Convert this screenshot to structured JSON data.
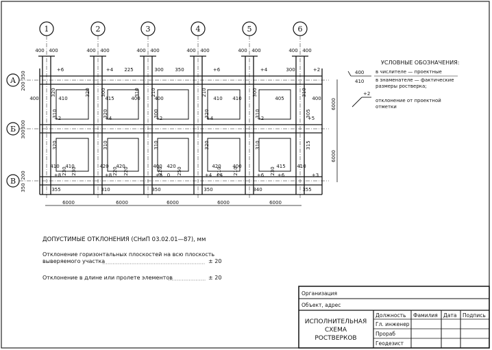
{
  "axes": {
    "columns": [
      "1",
      "2",
      "3",
      "4",
      "5",
      "6"
    ],
    "rows": [
      "А",
      "Б",
      "В"
    ]
  },
  "dimensions": {
    "spans_bottom": [
      "6000",
      "6000",
      "6000",
      "6000",
      "6000"
    ],
    "spans_right": [
      "6000",
      "6000"
    ],
    "top_offsets": [
      "400",
      "400",
      "400",
      "400",
      "400",
      "400",
      "400",
      "400",
      "400",
      "400",
      "400",
      "400"
    ],
    "left_row_a": [
      "350",
      "200"
    ],
    "left_row_b": [
      "300",
      "300"
    ],
    "left_row_c": [
      "200",
      "350"
    ]
  },
  "plan_labels": {
    "row_a_top": [
      "+6",
      "+4",
      "225",
      "300",
      "350",
      "+6",
      "+4",
      "300",
      "+2"
    ],
    "row_a_inner": [
      "400",
      "410",
      "415",
      "400",
      "400",
      "410",
      "410",
      "405",
      "400"
    ],
    "row_a_mid": [
      "320",
      "300",
      "210",
      "210",
      "300",
      "310",
      "320",
      "310"
    ],
    "row_b_top": [
      "+2",
      "+4",
      "+2",
      "+4",
      "+2",
      "+5"
    ],
    "row_b_mid": [
      "310",
      "320",
      "300",
      "320",
      "310",
      "305"
    ],
    "row_b_low": [
      "320",
      "310",
      "310",
      "320",
      "310",
      "315"
    ],
    "row_c_top": [
      "410",
      "410",
      "420",
      "420",
      "400",
      "420",
      "420",
      "400",
      "415",
      "410"
    ],
    "row_c_marks": [
      "+8",
      "+8",
      "+6",
      "0",
      "+4",
      "+4",
      "+6",
      "+6",
      "+3"
    ],
    "row_c_low": [
      "230",
      "230",
      "220",
      "220",
      "220",
      "250",
      "210",
      "210",
      "230"
    ],
    "row_c_bottom": [
      "355",
      "310",
      "350",
      "350",
      "340",
      "355"
    ]
  },
  "legend": {
    "title": "УСЛОВНЫЕ ОБОЗНАЧЕНИЯ:",
    "sample_top": "400",
    "sample_bottom": "410",
    "line1": "в числителе — проектные",
    "line2": "в знаменателе — фактические",
    "line3": "размеры ростверка;",
    "mark_value": "+2",
    "mark_line1": "отклонение от проектной",
    "mark_line2": "отметки"
  },
  "tolerances": {
    "heading": "ДОПУСТИМЫЕ ОТКЛОНЕНИЯ (СНиП 03.02.01—87), мм",
    "item1_line1": "Отклонение горизонтальных плоскостей на всю плоскость",
    "item1_line2": "выверяемого участка",
    "item1_value": "± 20",
    "item2": "Отклонение в длине или пролете элементов",
    "item2_value": "± 20"
  },
  "title_block": {
    "organization": "Организация",
    "object": "Объект, адрес",
    "title_line1": "ИСПОЛНИТЕЛЬНАЯ",
    "title_line2": "СХЕМА",
    "title_line3": "РОСТВЕРКОВ",
    "col_position": "Должность",
    "col_name": "Фамилия",
    "col_date": "Дата",
    "col_sign": "Подпись",
    "row1": "Гл. инженер",
    "row2": "Прораб",
    "row3": "Геодезист"
  }
}
